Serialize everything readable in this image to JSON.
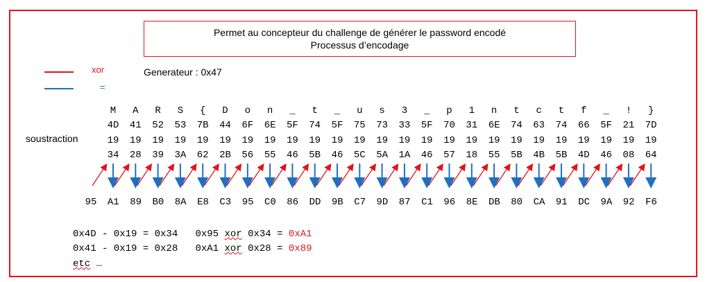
{
  "title_lines": [
    "Permet au concepteur du challenge de générer le password encodé",
    "Processus d’encodage"
  ],
  "legend": {
    "xor_label": "xor",
    "eq_label": "=",
    "xor_color": "#e0141e",
    "eq_color": "#1f6fc2"
  },
  "generator_label": "Generateur : 0x47",
  "row_label": "soustraction",
  "chars": [
    "M",
    "A",
    "R",
    "S",
    "{",
    "D",
    "o",
    "n",
    "_",
    "t",
    "_",
    "u",
    "s",
    "3",
    "_",
    "p",
    "1",
    "n",
    "t",
    "c",
    "t",
    "f",
    "_",
    "!",
    "}"
  ],
  "hex_original": [
    "4D",
    "41",
    "52",
    "53",
    "7B",
    "44",
    "6F",
    "6E",
    "5F",
    "74",
    "5F",
    "75",
    "73",
    "33",
    "5F",
    "70",
    "31",
    "6E",
    "74",
    "63",
    "74",
    "66",
    "5F",
    "21",
    "7D"
  ],
  "subtrahend": [
    "19",
    "19",
    "19",
    "19",
    "19",
    "19",
    "19",
    "19",
    "19",
    "19",
    "19",
    "19",
    "19",
    "19",
    "19",
    "19",
    "19",
    "19",
    "19",
    "19",
    "19",
    "19",
    "19",
    "19",
    "19"
  ],
  "difference": [
    "34",
    "28",
    "39",
    "3A",
    "62",
    "2B",
    "56",
    "55",
    "46",
    "5B",
    "46",
    "5C",
    "5A",
    "1A",
    "46",
    "57",
    "18",
    "55",
    "5B",
    "4B",
    "5B",
    "4D",
    "46",
    "08",
    "64"
  ],
  "encoded": [
    "95",
    "A1",
    "89",
    "B0",
    "8A",
    "E8",
    "C3",
    "95",
    "C0",
    "86",
    "DD",
    "9B",
    "C7",
    "9D",
    "87",
    "C1",
    "96",
    "8E",
    "DB",
    "80",
    "CA",
    "91",
    "DC",
    "9A",
    "92",
    "F6"
  ],
  "examples": [
    {
      "sub": "0x4D - 0x19 = 0x34",
      "xor_a": "0x95",
      "xor_op": "xor",
      "xor_b": "0x34 =",
      "result": "0xA1"
    },
    {
      "sub": "0x41 - 0x19 = 0x28",
      "xor_a": "0xA1",
      "xor_op": "xor",
      "xor_b": "0x28 =",
      "result": "0x89"
    }
  ],
  "etc_word": "etc",
  "etc_suffix": " …"
}
